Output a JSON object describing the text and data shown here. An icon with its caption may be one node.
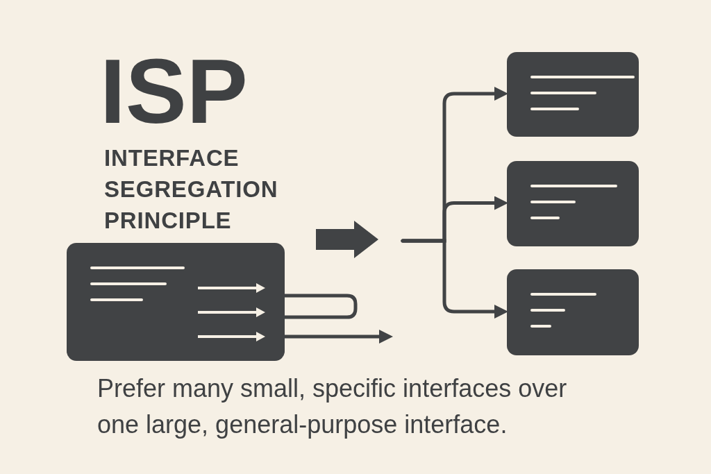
{
  "diagram": {
    "title": "ISP",
    "nodes": [
      {
        "text": [],
        "shape": "box"
      },
      {
        "text": [],
        "shape": "box"
      },
      {
        "text": [],
        "shape": "box"
      },
      {
        "text": [],
        "shape": "box"
      }
    ],
    "edges": [
      {
        "from": null,
        "to": 1,
        "arrow": "to"
      },
      {
        "from": null,
        "to": 2,
        "arrow": "to"
      },
      {
        "from": null,
        "to": 3,
        "arrow": "to"
      },
      {
        "from": 0,
        "to": 0,
        "arrow": "none"
      },
      {
        "from": 0,
        "to": null,
        "arrow": "to"
      }
    ],
    "labels": [
      "INTERFACE SEGREGATION PRINCIPLE"
    ],
    "caption": "Prefer many small, specific interfaces over one large, general-purpose interface."
  }
}
